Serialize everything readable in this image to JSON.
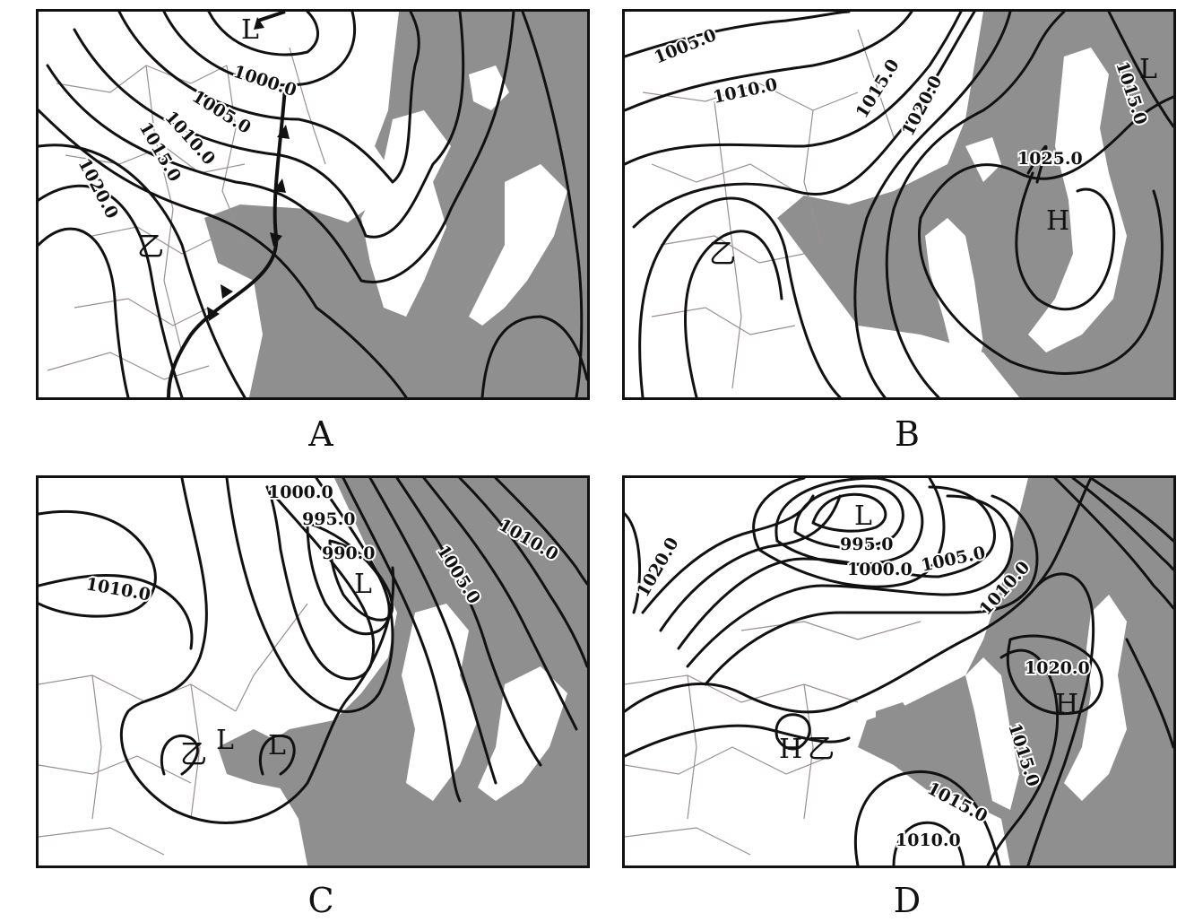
{
  "panels": [
    {
      "id": "A",
      "caption": "A",
      "isobar_labels": [
        "1000.0",
        "1005.0",
        "1010.0",
        "1015.0",
        "1020.0"
      ],
      "centers": [
        {
          "type": "L",
          "label": "L"
        }
      ],
      "place_marker": "乙",
      "has_front": true
    },
    {
      "id": "B",
      "caption": "B",
      "isobar_labels": [
        "1005.0",
        "1010.0",
        "1015.0",
        "1020.0",
        "1025.0",
        "1015.0"
      ],
      "centers": [
        {
          "type": "H",
          "label": "H"
        },
        {
          "type": "L",
          "label": "L"
        }
      ],
      "place_marker": "乙",
      "has_front": false
    },
    {
      "id": "C",
      "caption": "C",
      "isobar_labels": [
        "1000.0",
        "995.0",
        "990.0",
        "1005.0",
        "1010.0",
        "1010.0"
      ],
      "centers": [
        {
          "type": "L",
          "label": "L"
        },
        {
          "type": "L",
          "label": "L"
        },
        {
          "type": "L",
          "label": "L"
        }
      ],
      "place_marker": "乙",
      "has_front": false
    },
    {
      "id": "D",
      "caption": "D",
      "isobar_labels": [
        "1020.0",
        "995.0",
        "1000.0",
        "1005.0",
        "1010.0",
        "1020.0",
        "1015.0",
        "1015.0",
        "1010.0"
      ],
      "centers": [
        {
          "type": "L",
          "label": "L"
        },
        {
          "type": "H",
          "label": "H"
        },
        {
          "type": "H",
          "label": "H"
        }
      ],
      "place_marker": "乙",
      "has_front": false
    }
  ]
}
